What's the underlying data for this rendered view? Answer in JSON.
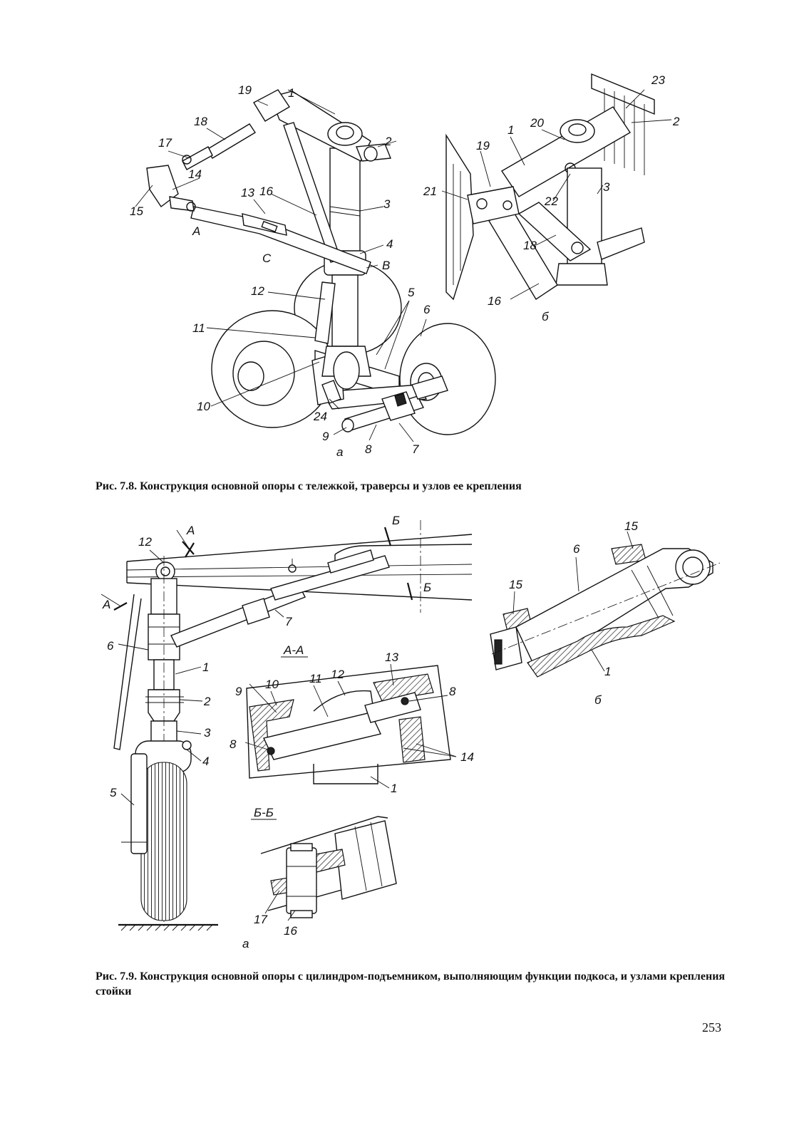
{
  "figure_7_8": {
    "callouts": [
      "1",
      "2",
      "3",
      "4",
      "5",
      "6",
      "7",
      "8",
      "9",
      "10",
      "11",
      "12",
      "13",
      "14",
      "15",
      "16",
      "17",
      "18",
      "19",
      "20",
      "21",
      "22",
      "23",
      "24",
      "А",
      "В",
      "С"
    ],
    "view_labels": [
      "а",
      "б"
    ],
    "caption": "Рис. 7.8. Конструкция основной опоры с тележкой, траверсы и узлов ее крепления"
  },
  "figure_7_9": {
    "callouts": [
      "1",
      "2",
      "3",
      "4",
      "5",
      "6",
      "7",
      "8",
      "9",
      "10",
      "11",
      "12",
      "13",
      "14",
      "15",
      "16",
      "17"
    ],
    "section_labels": [
      "А",
      "Б",
      "А-А",
      "Б-Б"
    ],
    "view_labels": [
      "а",
      "б"
    ],
    "caption": "Рис. 7.9. Конструкция основной опоры с цилиндром-подъемником, выполняющим функции подкоса, и узлами крепления стойки"
  },
  "page_number": "253"
}
